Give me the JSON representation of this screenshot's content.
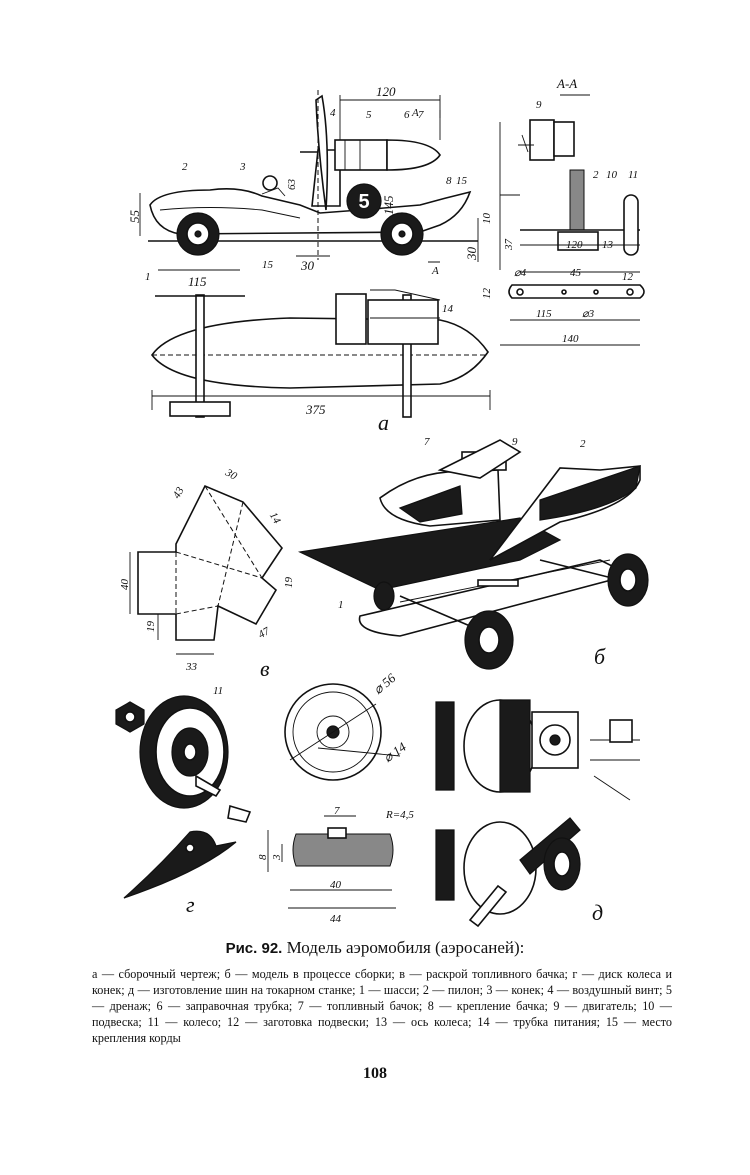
{
  "figure": {
    "panel_a": {
      "letter": "а",
      "section_label": "А-А",
      "section_marks": [
        "А",
        "А"
      ],
      "number_badge": "5",
      "dimensions": [
        "120",
        "145",
        "63",
        "55",
        "10",
        "30",
        "30",
        "115",
        "37",
        "120",
        "45",
        "12",
        "⌀4",
        "115",
        "⌀3",
        "140",
        "375"
      ],
      "callouts": [
        "1",
        "2",
        "3",
        "4",
        "5",
        "6",
        "7",
        "8",
        "15",
        "15",
        "14",
        "9",
        "2",
        "10",
        "11",
        "13",
        "12"
      ]
    },
    "panel_b": {
      "letter": "б",
      "callouts": [
        "7",
        "9",
        "2",
        "1"
      ]
    },
    "panel_v": {
      "letter": "в",
      "dimensions": [
        "43",
        "30",
        "14",
        "40",
        "19",
        "19",
        "33",
        "47"
      ]
    },
    "panel_g": {
      "letter": "г",
      "callouts": [
        "11"
      ],
      "dimensions": [
        "⌀ 56",
        "⌀ 14"
      ]
    },
    "panel_d": {
      "letter": "д",
      "dimensions": [
        "7",
        "R=4,5",
        "8",
        "3",
        "40",
        "44"
      ]
    }
  },
  "caption": {
    "lead": "Рис. 92.",
    "title": "Модель аэромобиля (аэросаней):",
    "body": "а — сборочный чертеж; б — модель в процессе сборки; в — раскрой топливного бачка; г — диск колеса и конек; д — изготовление шин на токарном станке; 1 — шасси; 2 — пилон; 3 — конек; 4 — воздушный винт; 5 — дренаж; 6 — заправочная трубка; 7 — топливный бачок; 8 — крепление бачка; 9 — двигатель; 10 — подвеска; 11 — колесо; 12 — заготовка подвески; 13 — ось колеса; 14 — трубка питания; 15 — место крепления корды"
  },
  "page_number": "108"
}
